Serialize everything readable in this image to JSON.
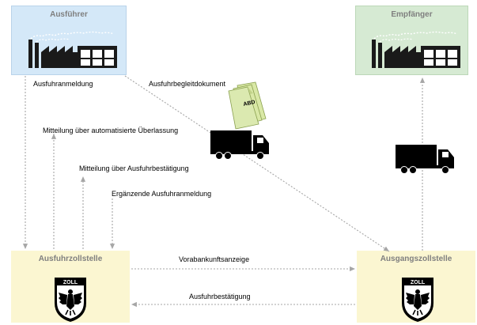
{
  "nodes": {
    "exporter": "Ausführer",
    "consignee": "Empfänger",
    "export_office": "Ausfuhrzollstelle",
    "exit_office": "Ausgangszollstelle"
  },
  "flows": {
    "export_declaration": "Ausfuhranmeldung",
    "accompanying_document": "Ausfuhrbegleitdokument",
    "release_notice": "Mitteilung über automatisierte Überlassung",
    "export_confirmation_notice": "Mitteilung über Ausfuhrbestätigung",
    "supplementary_declaration": "Ergänzende Ausfuhranmeldung",
    "advance_arrival_notice": "Vorabankunftsanzeige",
    "export_confirmation": "Ausfuhrbestätigung"
  },
  "document_label": "ABD",
  "emblem_text": "ZOLL",
  "colors": {
    "exporter_fill": "#d4e8f8",
    "consignee_fill": "#d6ead3",
    "office_fill": "#fbf6d1",
    "arrow": "#a6a6a6",
    "document_fill": "#d9e8a6"
  }
}
